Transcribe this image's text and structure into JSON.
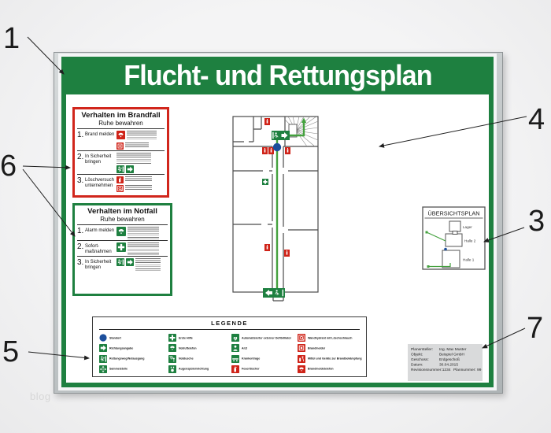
{
  "poster": {
    "title": "Flucht- und Rettungsplan"
  },
  "brandfall": {
    "title": "Verhalten im Brandfall",
    "subtitle": "Ruhe bewahren",
    "steps": [
      {
        "num": "1.",
        "label": "Brand melden"
      },
      {
        "num": "2.",
        "label": "In Sicherheit bringen"
      },
      {
        "num": "3.",
        "label": "Löschversuch unternehmen"
      }
    ]
  },
  "notfall": {
    "title": "Verhalten im Notfall",
    "subtitle": "Ruhe bewahren",
    "steps": [
      {
        "num": "1.",
        "label": "Alarm melden"
      },
      {
        "num": "2.",
        "label": "Sofort- maßnahmen"
      },
      {
        "num": "3.",
        "label": "In Sicherheit bringen"
      }
    ]
  },
  "uebersichtsplan": {
    "title": "ÜBERSICHTSPLAN",
    "buildings": [
      {
        "label": "Lager"
      },
      {
        "label": "Halle 2"
      },
      {
        "label": "Halle 1"
      }
    ]
  },
  "legende": {
    "title": "LEGENDE",
    "items": [
      {
        "icon": "standort-icon",
        "label": "Standort"
      },
      {
        "icon": "richtungsangabe-icon",
        "label": "Richtungsangabe"
      },
      {
        "icon": "rettungsweg-notausgang-icon",
        "label": "Rettungsweg/Notausgang"
      },
      {
        "icon": "sammelstelle-icon",
        "label": "Sammelstelle"
      },
      {
        "icon": "erste-hilfe-icon",
        "label": "Erste Hilfe"
      },
      {
        "icon": "notruftelefon-icon",
        "label": "Notruftelefon"
      },
      {
        "icon": "notdusche-icon",
        "label": "Notdusche"
      },
      {
        "icon": "augenspueleinrichtung-icon",
        "label": "Augenspüleinrichtung"
      },
      {
        "icon": "defibrillator-icon",
        "label": "Automatisierter externer Defibrillator"
      },
      {
        "icon": "arzt-icon",
        "label": "Arzt"
      },
      {
        "icon": "krankentrage-icon",
        "label": "Krankentrage"
      },
      {
        "icon": "feuerloescher-icon",
        "label": "Feuerlöscher"
      },
      {
        "icon": "wandhydrant-icon",
        "label": "Wandhydrant mit Löschschlauch"
      },
      {
        "icon": "brandmelder-icon",
        "label": "Brandmelder"
      },
      {
        "icon": "brandbekaempfung-icon",
        "label": "Mittel und Geräte zur Brandbekämpfung"
      },
      {
        "icon": "brandmeldetelefon-icon",
        "label": "Brandmeldetelefon"
      }
    ]
  },
  "infobox": {
    "rows": [
      {
        "label": "Planersteller:",
        "value": "Ing. Max Muster"
      },
      {
        "label": "Objekt:",
        "value": "Beispiel GmbH"
      },
      {
        "label": "Geschoss:",
        "value": "Erdgeschoß"
      },
      {
        "label": "Datum:",
        "value": "30.04.2015"
      }
    ],
    "revision_label": "Revisionsnummer:",
    "revision_value": "1234",
    "plan_label": "Plannummer:",
    "plan_value": "99"
  },
  "callouts": {
    "n1": "1",
    "n3": "3",
    "n4": "4",
    "n5": "5",
    "n6": "6",
    "n7": "7"
  },
  "watermark": "blog",
  "colors": {
    "green": "#1e8040",
    "red": "#cf2318",
    "blue": "#1c4f9c",
    "route": "#44a13e"
  }
}
